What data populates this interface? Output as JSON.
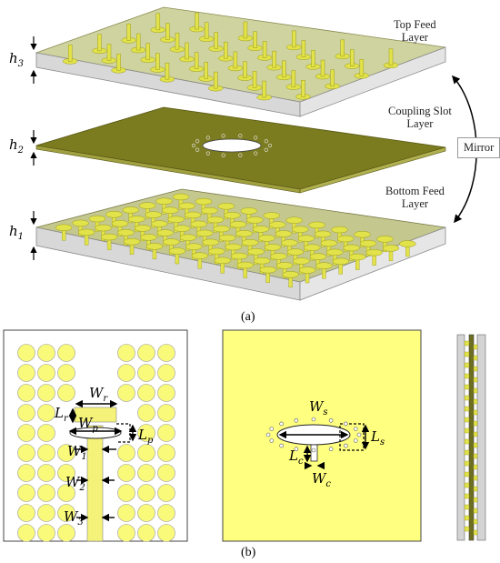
{
  "panel_a": {
    "caption": "(a)",
    "layer_labels": {
      "top": [
        "Top Feed",
        "Layer"
      ],
      "middle": [
        "Coupling Slot",
        "Layer"
      ],
      "bottom": [
        "Bottom Feed",
        "Layer"
      ]
    },
    "mirror_label": "Mirror",
    "heights": [
      {
        "base": "h",
        "sub": "3"
      },
      {
        "base": "h",
        "sub": "2"
      },
      {
        "base": "h",
        "sub": "1"
      }
    ]
  },
  "panel_b": {
    "caption": "(b)",
    "feed_dims": [
      {
        "base": "W",
        "sub": "r"
      },
      {
        "base": "L",
        "sub": "r"
      },
      {
        "base": "W",
        "sub": "p"
      },
      {
        "base": "L",
        "sub": "p"
      },
      {
        "base": "W",
        "sub": "1"
      },
      {
        "base": "W",
        "sub": "2"
      },
      {
        "base": "W",
        "sub": "3"
      }
    ],
    "slot_dims": [
      {
        "base": "W",
        "sub": "s"
      },
      {
        "base": "L",
        "sub": "s"
      },
      {
        "base": "L",
        "sub": "c"
      },
      {
        "base": "W",
        "sub": "c"
      }
    ]
  },
  "colors": {
    "substrate_top": "#c9cf8a",
    "substrate_side": "#d6d6d6",
    "metal": "#e2e24a",
    "metal_dark": "#9c9c1e",
    "slot_layer": "#7a7a1e",
    "patch_fill": "#fafa7a",
    "panel_bg": "#ffff80"
  }
}
